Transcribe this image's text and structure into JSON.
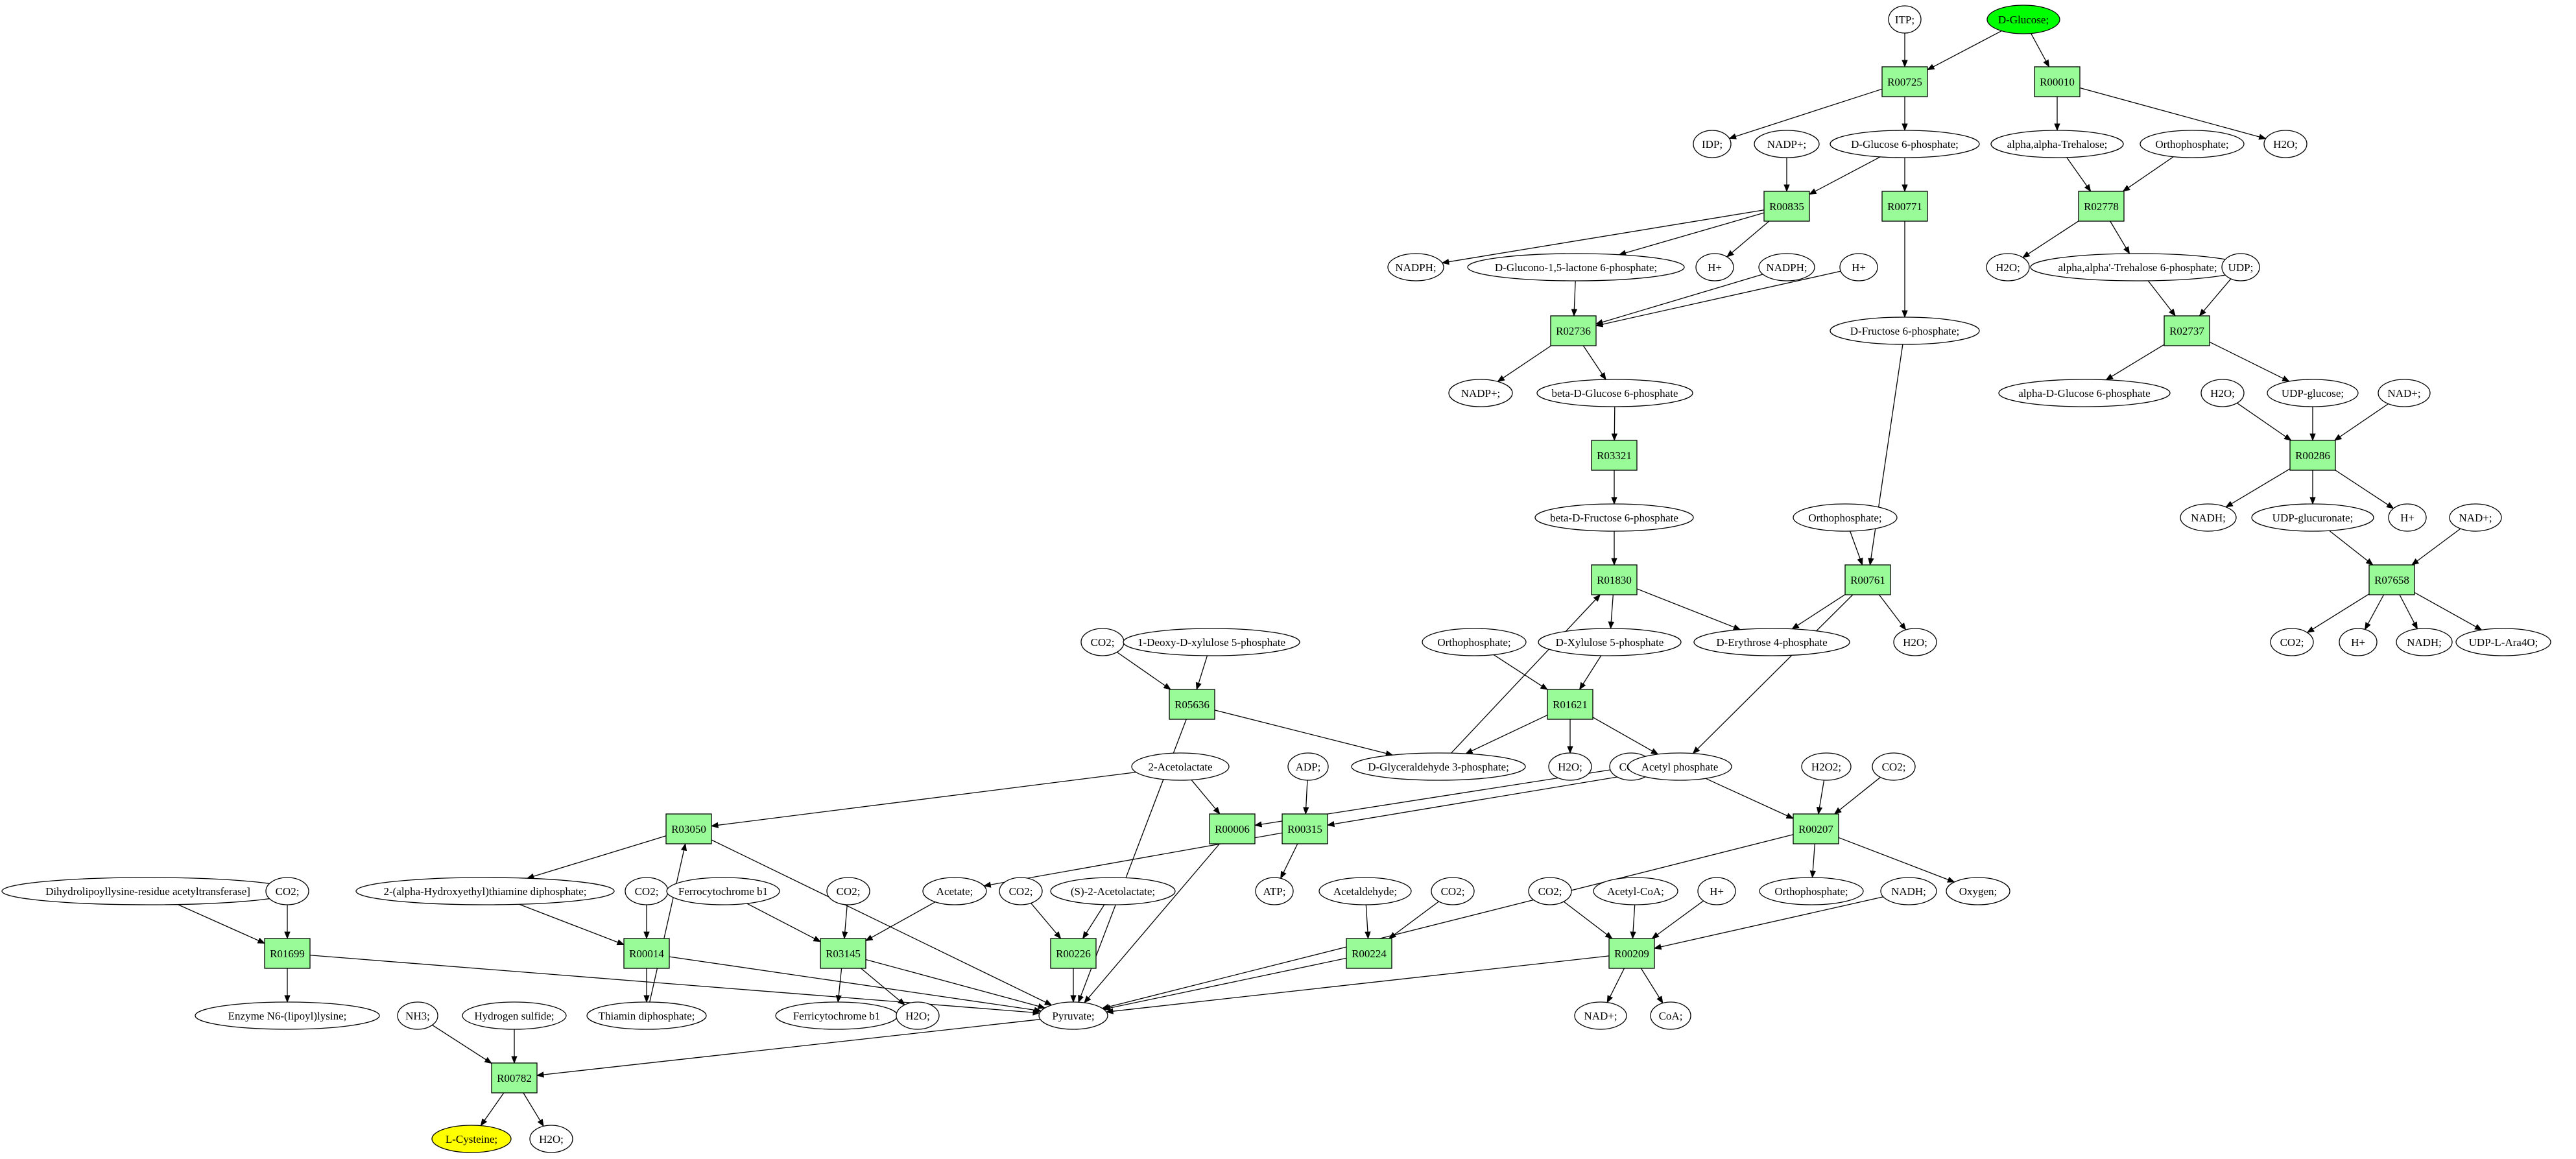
{
  "colors": {
    "reaction_fill": "#98fb98",
    "compound_fill": "#ffffff",
    "start_fill": "#00ff00",
    "target_fill": "#ffff00",
    "stroke": "#000000"
  },
  "nodes": [
    {
      "id": "ITP",
      "label": "ITP;",
      "kind": "compound"
    },
    {
      "id": "DGlucose",
      "label": "D-Glucose;",
      "kind": "start"
    },
    {
      "id": "R00725",
      "label": "R00725",
      "kind": "reaction"
    },
    {
      "id": "R00010",
      "label": "R00010",
      "kind": "reaction"
    },
    {
      "id": "IDP",
      "label": "IDP;",
      "kind": "compound"
    },
    {
      "id": "NADPp1",
      "label": "NADP+;",
      "kind": "compound"
    },
    {
      "id": "G6P",
      "label": "D-Glucose 6-phosphate;",
      "kind": "compound"
    },
    {
      "id": "Trehalose",
      "label": "alpha,alpha-Trehalose;",
      "kind": "compound"
    },
    {
      "id": "Ortho1",
      "label": "Orthophosphate;",
      "kind": "compound"
    },
    {
      "id": "H2O_a",
      "label": "H2O;",
      "kind": "compound"
    },
    {
      "id": "R00835",
      "label": "R00835",
      "kind": "reaction"
    },
    {
      "id": "R00771",
      "label": "R00771",
      "kind": "reaction"
    },
    {
      "id": "R02778",
      "label": "R02778",
      "kind": "reaction"
    },
    {
      "id": "NADPH1",
      "label": "NADPH;",
      "kind": "compound"
    },
    {
      "id": "GluconoLac",
      "label": "D-Glucono-1,5-lactone 6-phosphate;",
      "kind": "compound"
    },
    {
      "id": "Hp1",
      "label": "H+",
      "kind": "compound"
    },
    {
      "id": "NADPH2",
      "label": "NADPH;",
      "kind": "compound"
    },
    {
      "id": "Hp2",
      "label": "H+",
      "kind": "compound"
    },
    {
      "id": "H2O_b",
      "label": "H2O;",
      "kind": "compound"
    },
    {
      "id": "Treh6P",
      "label": "alpha,alpha'-Trehalose 6-phosphate;",
      "kind": "compound"
    },
    {
      "id": "UDP",
      "label": "UDP;",
      "kind": "compound"
    },
    {
      "id": "R02736",
      "label": "R02736",
      "kind": "reaction"
    },
    {
      "id": "F6P",
      "label": "D-Fructose 6-phosphate;",
      "kind": "compound"
    },
    {
      "id": "R02737",
      "label": "R02737",
      "kind": "reaction"
    },
    {
      "id": "NADPp2",
      "label": "NADP+;",
      "kind": "compound"
    },
    {
      "id": "bG6P",
      "label": "beta-D-Glucose 6-phosphate",
      "kind": "compound"
    },
    {
      "id": "aG6P",
      "label": "alpha-D-Glucose 6-phosphate",
      "kind": "compound"
    },
    {
      "id": "H2O_c",
      "label": "H2O;",
      "kind": "compound"
    },
    {
      "id": "UDPGlc",
      "label": "UDP-glucose;",
      "kind": "compound"
    },
    {
      "id": "NADp1",
      "label": "NAD+;",
      "kind": "compound"
    },
    {
      "id": "R03321",
      "label": "R03321",
      "kind": "reaction"
    },
    {
      "id": "R00286",
      "label": "R00286",
      "kind": "reaction"
    },
    {
      "id": "bF6P",
      "label": "beta-D-Fructose 6-phosphate",
      "kind": "compound"
    },
    {
      "id": "Ortho2",
      "label": "Orthophosphate;",
      "kind": "compound"
    },
    {
      "id": "NADH1",
      "label": "NADH;",
      "kind": "compound"
    },
    {
      "id": "UDPGlcA",
      "label": "UDP-glucuronate;",
      "kind": "compound"
    },
    {
      "id": "Hp3",
      "label": "H+",
      "kind": "compound"
    },
    {
      "id": "NADp2",
      "label": "NAD+;",
      "kind": "compound"
    },
    {
      "id": "R01830",
      "label": "R01830",
      "kind": "reaction"
    },
    {
      "id": "R00761",
      "label": "R00761",
      "kind": "reaction"
    },
    {
      "id": "R07658",
      "label": "R07658",
      "kind": "reaction"
    },
    {
      "id": "CO2_a",
      "label": "CO2;",
      "kind": "compound"
    },
    {
      "id": "DXP",
      "label": "1-Deoxy-D-xylulose 5-phosphate",
      "kind": "compound"
    },
    {
      "id": "Ortho3",
      "label": "Orthophosphate;",
      "kind": "compound"
    },
    {
      "id": "X5P",
      "label": "D-Xylulose 5-phosphate",
      "kind": "compound"
    },
    {
      "id": "E4P",
      "label": "D-Erythrose 4-phosphate",
      "kind": "compound"
    },
    {
      "id": "H2O_d",
      "label": "H2O;",
      "kind": "compound"
    },
    {
      "id": "CO2_b",
      "label": "CO2;",
      "kind": "compound"
    },
    {
      "id": "Hp4",
      "label": "H+",
      "kind": "compound"
    },
    {
      "id": "NADH2",
      "label": "NADH;",
      "kind": "compound"
    },
    {
      "id": "UDPAra",
      "label": "UDP-L-Ara4O;",
      "kind": "compound"
    },
    {
      "id": "R05636",
      "label": "R05636",
      "kind": "reaction"
    },
    {
      "id": "R01621",
      "label": "R01621",
      "kind": "reaction"
    },
    {
      "id": "Acetolactate",
      "label": "2-Acetolactate",
      "kind": "compound"
    },
    {
      "id": "ADP",
      "label": "ADP;",
      "kind": "compound"
    },
    {
      "id": "GAP",
      "label": "D-Glyceraldehyde 3-phosphate;",
      "kind": "compound"
    },
    {
      "id": "H2O_e",
      "label": "H2O;",
      "kind": "compound"
    },
    {
      "id": "CO2_c",
      "label": "CO2;",
      "kind": "compound"
    },
    {
      "id": "AcP",
      "label": "Acetyl phosphate",
      "kind": "compound"
    },
    {
      "id": "H2O2",
      "label": "H2O2;",
      "kind": "compound"
    },
    {
      "id": "CO2_d",
      "label": "CO2;",
      "kind": "compound"
    },
    {
      "id": "R03050",
      "label": "R03050",
      "kind": "reaction"
    },
    {
      "id": "R00006",
      "label": "R00006",
      "kind": "reaction"
    },
    {
      "id": "R00315",
      "label": "R00315",
      "kind": "reaction"
    },
    {
      "id": "R00207",
      "label": "R00207",
      "kind": "reaction"
    },
    {
      "id": "DLT",
      "label": "Dihydrolipoyllysine-residue acetyltransferase]",
      "kind": "compound"
    },
    {
      "id": "CO2_e",
      "label": "CO2;",
      "kind": "compound"
    },
    {
      "id": "HETPP",
      "label": "2-(alpha-Hydroxyethyl)thiamine diphosphate;",
      "kind": "compound"
    },
    {
      "id": "CO2_f",
      "label": "CO2;",
      "kind": "compound"
    },
    {
      "id": "Fcb1",
      "label": "Ferrocytochrome b1",
      "kind": "compound"
    },
    {
      "id": "CO2_g",
      "label": "CO2;",
      "kind": "compound"
    },
    {
      "id": "Acetate",
      "label": "Acetate;",
      "kind": "compound"
    },
    {
      "id": "ATP",
      "label": "ATP;",
      "kind": "compound"
    },
    {
      "id": "CO2_h",
      "label": "CO2;",
      "kind": "compound"
    },
    {
      "id": "SAcetolactate",
      "label": "(S)-2-Acetolactate;",
      "kind": "compound"
    },
    {
      "id": "Acetaldehyde",
      "label": "Acetaldehyde;",
      "kind": "compound"
    },
    {
      "id": "CO2_i",
      "label": "CO2;",
      "kind": "compound"
    },
    {
      "id": "CO2_j",
      "label": "CO2;",
      "kind": "compound"
    },
    {
      "id": "AcCoA",
      "label": "Acetyl-CoA;",
      "kind": "compound"
    },
    {
      "id": "Hp5",
      "label": "H+",
      "kind": "compound"
    },
    {
      "id": "Ortho4",
      "label": "Orthophosphate;",
      "kind": "compound"
    },
    {
      "id": "NADH3",
      "label": "NADH;",
      "kind": "compound"
    },
    {
      "id": "Oxygen",
      "label": "Oxygen;",
      "kind": "compound"
    },
    {
      "id": "R01699",
      "label": "R01699",
      "kind": "reaction"
    },
    {
      "id": "R00014",
      "label": "R00014",
      "kind": "reaction"
    },
    {
      "id": "R03145",
      "label": "R03145",
      "kind": "reaction"
    },
    {
      "id": "R00226",
      "label": "R00226",
      "kind": "reaction"
    },
    {
      "id": "R00224",
      "label": "R00224",
      "kind": "reaction"
    },
    {
      "id": "R00209",
      "label": "R00209",
      "kind": "reaction"
    },
    {
      "id": "EN6",
      "label": "Enzyme N6-(lipoyl)lysine;",
      "kind": "compound"
    },
    {
      "id": "TPP",
      "label": "Thiamin diphosphate;",
      "kind": "compound"
    },
    {
      "id": "Fcb1ox",
      "label": "Ferricytochrome b1",
      "kind": "compound"
    },
    {
      "id": "H2O_f",
      "label": "H2O;",
      "kind": "compound"
    },
    {
      "id": "Pyruvate",
      "label": "Pyruvate;",
      "kind": "compound"
    },
    {
      "id": "NADp3",
      "label": "NAD+;",
      "kind": "compound"
    },
    {
      "id": "CoA",
      "label": "CoA;",
      "kind": "compound"
    },
    {
      "id": "NH3",
      "label": "NH3;",
      "kind": "compound"
    },
    {
      "id": "H2S",
      "label": "Hydrogen sulfide;",
      "kind": "compound"
    },
    {
      "id": "R00782",
      "label": "R00782",
      "kind": "reaction"
    },
    {
      "id": "LCys",
      "label": "L-Cysteine;",
      "kind": "target"
    },
    {
      "id": "H2O_g",
      "label": "H2O;",
      "kind": "compound"
    }
  ],
  "edges": [
    [
      "ITP",
      "R00725"
    ],
    [
      "DGlucose",
      "R00725"
    ],
    [
      "DGlucose",
      "R00010"
    ],
    [
      "R00725",
      "IDP"
    ],
    [
      "R00725",
      "G6P"
    ],
    [
      "R00010",
      "Trehalose"
    ],
    [
      "R00010",
      "H2O_a"
    ],
    [
      "NADPp1",
      "R00835"
    ],
    [
      "G6P",
      "R00835"
    ],
    [
      "G6P",
      "R00771"
    ],
    [
      "Trehalose",
      "R02778"
    ],
    [
      "Ortho1",
      "R02778"
    ],
    [
      "R00835",
      "GluconoLac"
    ],
    [
      "R00835",
      "NADPH1"
    ],
    [
      "R00835",
      "Hp1"
    ],
    [
      "R02778",
      "H2O_b"
    ],
    [
      "R02778",
      "Treh6P"
    ],
    [
      "R00771",
      "F6P"
    ],
    [
      "NADPH2",
      "R02736"
    ],
    [
      "GluconoLac",
      "R02736"
    ],
    [
      "Hp2",
      "R02736"
    ],
    [
      "Treh6P",
      "R02737"
    ],
    [
      "UDP",
      "R02737"
    ],
    [
      "R02736",
      "NADPp2"
    ],
    [
      "R02736",
      "bG6P"
    ],
    [
      "R02737",
      "aG6P"
    ],
    [
      "R02737",
      "UDPGlc"
    ],
    [
      "bG6P",
      "R03321"
    ],
    [
      "R03321",
      "bF6P"
    ],
    [
      "H2O_c",
      "R00286"
    ],
    [
      "UDPGlc",
      "R00286"
    ],
    [
      "NADp1",
      "R00286"
    ],
    [
      "R00286",
      "NADH1"
    ],
    [
      "R00286",
      "UDPGlcA"
    ],
    [
      "R00286",
      "Hp3"
    ],
    [
      "bF6P",
      "R01830"
    ],
    [
      "GAP",
      "R01830"
    ],
    [
      "R01830",
      "X5P"
    ],
    [
      "R01830",
      "E4P"
    ],
    [
      "Ortho2",
      "R00761"
    ],
    [
      "F6P",
      "R00761"
    ],
    [
      "R00761",
      "E4P"
    ],
    [
      "R00761",
      "H2O_d"
    ],
    [
      "R00761",
      "AcP"
    ],
    [
      "UDPGlcA",
      "R07658"
    ],
    [
      "NADp2",
      "R07658"
    ],
    [
      "R07658",
      "CO2_b"
    ],
    [
      "R07658",
      "Hp4"
    ],
    [
      "R07658",
      "NADH2"
    ],
    [
      "R07658",
      "UDPAra"
    ],
    [
      "CO2_a",
      "R05636"
    ],
    [
      "DXP",
      "R05636"
    ],
    [
      "R05636",
      "GAP"
    ],
    [
      "R05636",
      "Pyruvate"
    ],
    [
      "Ortho3",
      "R01621"
    ],
    [
      "X5P",
      "R01621"
    ],
    [
      "R01621",
      "GAP"
    ],
    [
      "R01621",
      "H2O_e"
    ],
    [
      "R01621",
      "AcP"
    ],
    [
      "Acetolactate",
      "R03050"
    ],
    [
      "Acetolactate",
      "R00006"
    ],
    [
      "CO2_c",
      "R00006"
    ],
    [
      "R00006",
      "Pyruvate"
    ],
    [
      "ADP",
      "R00315"
    ],
    [
      "AcP",
      "R00315"
    ],
    [
      "R00315",
      "Acetate"
    ],
    [
      "R00315",
      "ATP"
    ],
    [
      "AcP",
      "R00207"
    ],
    [
      "H2O2",
      "R00207"
    ],
    [
      "CO2_d",
      "R00207"
    ],
    [
      "R00207",
      "Ortho4"
    ],
    [
      "R00207",
      "Oxygen"
    ],
    [
      "R00207",
      "Pyruvate"
    ],
    [
      "R03050",
      "HETPP"
    ],
    [
      "R03050",
      "Pyruvate"
    ],
    [
      "TPP",
      "R03050"
    ],
    [
      "DLT",
      "R01699"
    ],
    [
      "CO2_e",
      "R01699"
    ],
    [
      "R01699",
      "EN6"
    ],
    [
      "R01699",
      "Pyruvate"
    ],
    [
      "HETPP",
      "R00014"
    ],
    [
      "CO2_f",
      "R00014"
    ],
    [
      "R00014",
      "TPP"
    ],
    [
      "R00014",
      "Pyruvate"
    ],
    [
      "Fcb1",
      "R03145"
    ],
    [
      "CO2_g",
      "R03145"
    ],
    [
      "Acetate",
      "R03145"
    ],
    [
      "R03145",
      "Fcb1ox"
    ],
    [
      "R03145",
      "H2O_f"
    ],
    [
      "R03145",
      "Pyruvate"
    ],
    [
      "CO2_h",
      "R00226"
    ],
    [
      "SAcetolactate",
      "R00226"
    ],
    [
      "R00226",
      "Pyruvate"
    ],
    [
      "Acetaldehyde",
      "R00224"
    ],
    [
      "CO2_i",
      "R00224"
    ],
    [
      "R00224",
      "Pyruvate"
    ],
    [
      "CO2_j",
      "R00209"
    ],
    [
      "AcCoA",
      "R00209"
    ],
    [
      "Hp5",
      "R00209"
    ],
    [
      "NADH3",
      "R00209"
    ],
    [
      "R00209",
      "NADp3"
    ],
    [
      "R00209",
      "CoA"
    ],
    [
      "R00209",
      "Pyruvate"
    ],
    [
      "NH3",
      "R00782"
    ],
    [
      "H2S",
      "R00782"
    ],
    [
      "Pyruvate",
      "R00782"
    ],
    [
      "R00782",
      "LCys"
    ],
    [
      "R00782",
      "H2O_g"
    ]
  ]
}
